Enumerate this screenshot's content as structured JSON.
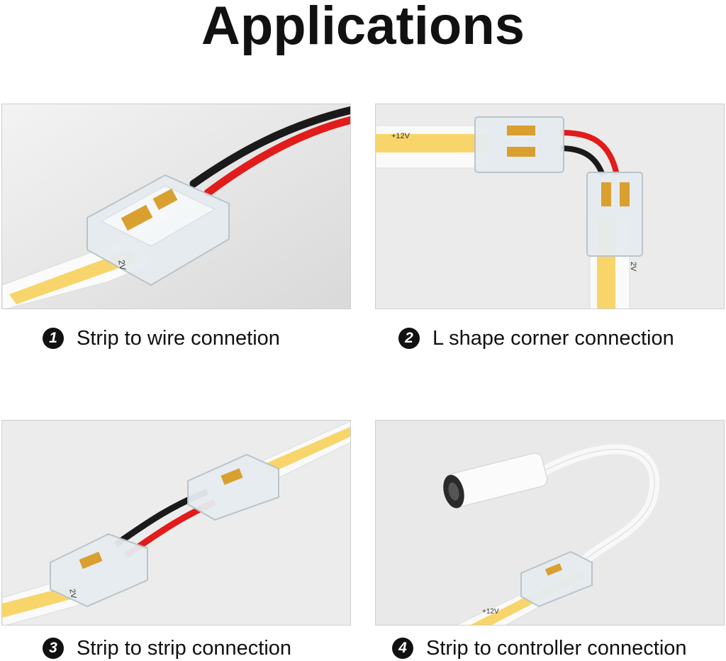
{
  "page": {
    "title": "Applications"
  },
  "applications": [
    {
      "number": "1",
      "caption": "Strip to wire connetion"
    },
    {
      "number": "2",
      "caption": "L shape corner connection"
    },
    {
      "number": "3",
      "caption": "Strip to strip connection"
    },
    {
      "number": "4",
      "caption": "Strip to controller connection"
    }
  ],
  "strip_labels": {
    "positive": "+12V",
    "rating": "2V"
  },
  "colors": {
    "red_wire": "#e21b1b",
    "black_wire": "#1a1a1a",
    "led_yellow": "#f7d56a",
    "connector": "#e9ecef"
  }
}
